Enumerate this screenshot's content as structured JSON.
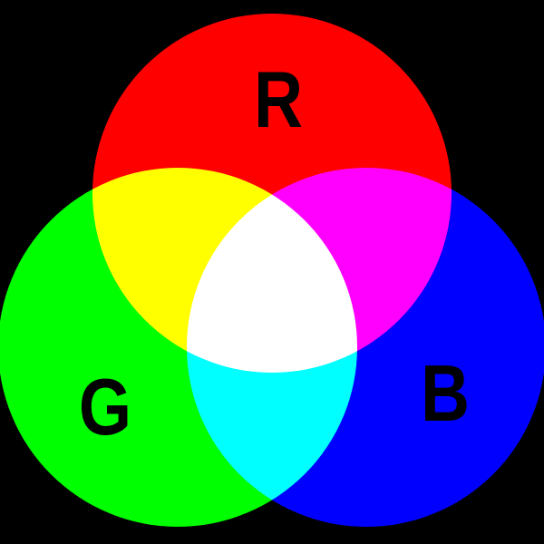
{
  "diagram": {
    "background_color": "#000000",
    "label_color": "#000000",
    "circles": {
      "red": {
        "label": "R",
        "color": "#ff0000"
      },
      "green": {
        "label": "G",
        "color": "#00ff00"
      },
      "blue": {
        "label": "B",
        "color": "#0000ff"
      }
    },
    "mix_colors": {
      "red_green": "#ffff00",
      "red_blue": "#ff00ff",
      "green_blue": "#00ffff",
      "red_green_blue": "#ffffff"
    }
  }
}
